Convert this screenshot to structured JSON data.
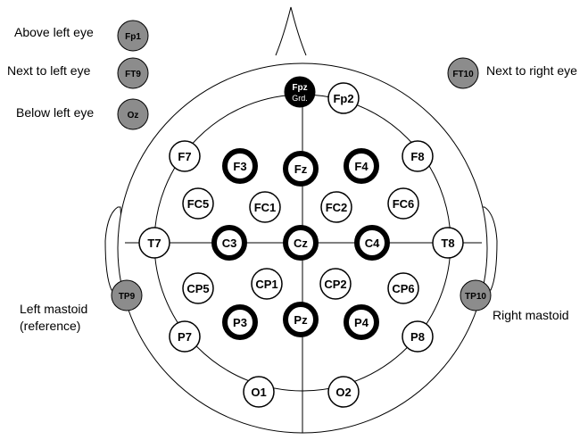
{
  "colors": {
    "line": "#000000",
    "white_fill": "#ffffff",
    "grey_fill": "#8c8c8c",
    "black_fill": "#000000"
  },
  "side_labels": {
    "above_left_eye": "Above left eye",
    "next_to_left_eye": "Next to left eye",
    "below_left_eye": "Below left eye",
    "next_to_right_eye": "Next to right eye",
    "left_mastoid_line1": "Left mastoid",
    "left_mastoid_line2": "(reference)",
    "right_mastoid": "Right mastoid"
  },
  "electrodes": {
    "Fp1": "Fp1",
    "FT9": "FT9",
    "Oz": "Oz",
    "FT10": "FT10",
    "Fpz": "Fpz",
    "Grd": "Grd.",
    "Fp2": "Fp2",
    "F7": "F7",
    "F3": "F3",
    "Fz": "Fz",
    "F4": "F4",
    "F8": "F8",
    "FC5": "FC5",
    "FC1": "FC1",
    "FC2": "FC2",
    "FC6": "FC6",
    "T7": "T7",
    "C3": "C3",
    "Cz": "Cz",
    "C4": "C4",
    "T8": "T8",
    "TP9": "TP9",
    "TP10": "TP10",
    "CP5": "CP5",
    "CP1": "CP1",
    "CP2": "CP2",
    "CP6": "CP6",
    "P7": "P7",
    "P3": "P3",
    "Pz": "Pz",
    "P4": "P4",
    "P8": "P8",
    "O1": "O1",
    "O2": "O2"
  }
}
